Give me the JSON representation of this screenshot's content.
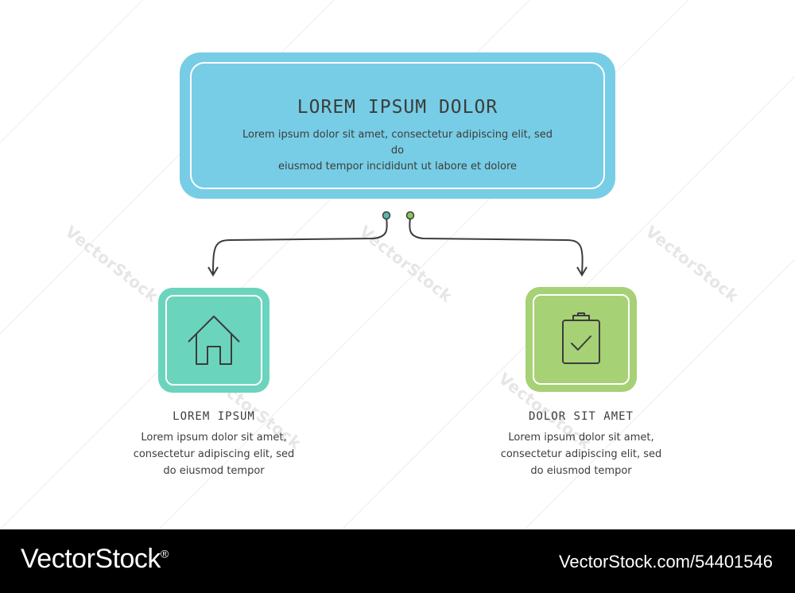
{
  "colors": {
    "title_box": "#77cde5",
    "card_home": "#6bd4bd",
    "card_clipboard": "#a6d175",
    "text": "#3c3c3c",
    "dot_left": "#5ab8ad",
    "dot_right": "#8cc45a",
    "connector": "#3c3c3c",
    "footer": "#000000"
  },
  "header_box": {
    "title": "LOREM IPSUM DOLOR",
    "body_line1": "Lorem ipsum dolor sit amet, consectetur adipiscing elit, sed do",
    "body_line2": "eiusmod tempor incididunt ut labore et dolore"
  },
  "items": [
    {
      "icon": "house-icon",
      "title": "LOREM IPSUM",
      "line1": "Lorem ipsum dolor sit amet,",
      "line2": "consectetur adipiscing elit, sed",
      "line3": "do eiusmod tempor"
    },
    {
      "icon": "clipboard-check-icon",
      "title": "DOLOR SIT AMET",
      "line1": "Lorem ipsum dolor sit amet,",
      "line2": "consectetur adipiscing elit, sed",
      "line3": "do eiusmod tempor"
    }
  ],
  "watermark": {
    "text": "VectorStock"
  },
  "footer": {
    "brand": "VectorStock",
    "registered": "®",
    "image_id": "VectorStock.com/54401546"
  }
}
